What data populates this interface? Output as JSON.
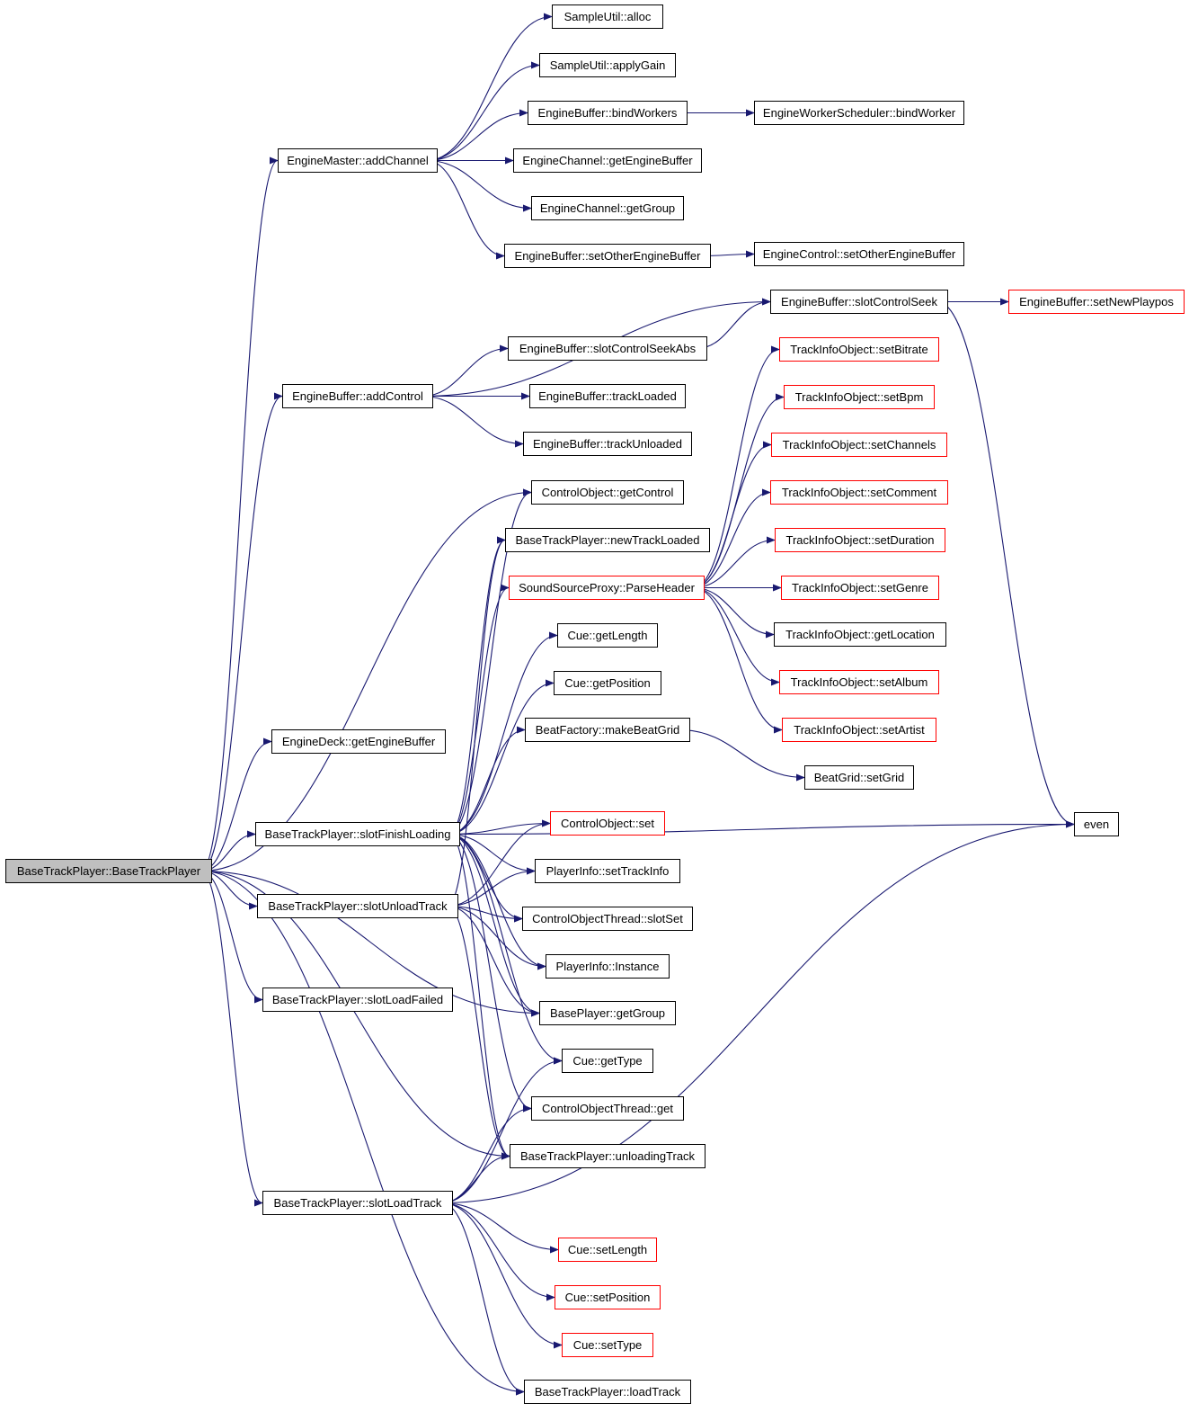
{
  "colors": {
    "edge": "#191970",
    "node_border": "#000000",
    "truncated_border": "#ff0000",
    "root_fill": "#bfbfbf"
  },
  "nodes": [
    {
      "id": "root",
      "label": "BaseTrackPlayer::BaseTrackPlayer",
      "root": true
    },
    {
      "id": "addChannel",
      "label": "EngineMaster::addChannel"
    },
    {
      "id": "addControl",
      "label": "EngineBuffer::addControl"
    },
    {
      "id": "getEngineBufferDeck",
      "label": "EngineDeck::getEngineBuffer"
    },
    {
      "id": "slotFinishLoading",
      "label": "BaseTrackPlayer::slotFinishLoading"
    },
    {
      "id": "slotUnloadTrack",
      "label": "BaseTrackPlayer::slotUnloadTrack"
    },
    {
      "id": "slotLoadFailed",
      "label": "BaseTrackPlayer::slotLoadFailed"
    },
    {
      "id": "slotLoadTrack",
      "label": "BaseTrackPlayer::slotLoadTrack"
    },
    {
      "id": "alloc",
      "label": "SampleUtil::alloc"
    },
    {
      "id": "applyGain",
      "label": "SampleUtil::applyGain"
    },
    {
      "id": "bindWorkers",
      "label": "EngineBuffer::bindWorkers"
    },
    {
      "id": "getEngineBufferCh",
      "label": "EngineChannel::getEngineBuffer"
    },
    {
      "id": "getGroupCh",
      "label": "EngineChannel::getGroup"
    },
    {
      "id": "setOtherEngineBuffer",
      "label": "EngineBuffer::setOtherEngineBuffer"
    },
    {
      "id": "slotControlSeekAbs",
      "label": "EngineBuffer::slotControlSeekAbs"
    },
    {
      "id": "trackLoaded",
      "label": "EngineBuffer::trackLoaded"
    },
    {
      "id": "trackUnloaded",
      "label": "EngineBuffer::trackUnloaded"
    },
    {
      "id": "getControl",
      "label": "ControlObject::getControl"
    },
    {
      "id": "newTrackLoaded",
      "label": "BaseTrackPlayer::newTrackLoaded"
    },
    {
      "id": "parseHeader",
      "label": "SoundSourceProxy::ParseHeader",
      "red": true
    },
    {
      "id": "getLength",
      "label": "Cue::getLength"
    },
    {
      "id": "getPosition",
      "label": "Cue::getPosition"
    },
    {
      "id": "makeBeatGrid",
      "label": "BeatFactory::makeBeatGrid"
    },
    {
      "id": "coSet",
      "label": "ControlObject::set",
      "red": true
    },
    {
      "id": "setTrackInfo",
      "label": "PlayerInfo::setTrackInfo"
    },
    {
      "id": "cotSlotSet",
      "label": "ControlObjectThread::slotSet"
    },
    {
      "id": "instance",
      "label": "PlayerInfo::Instance"
    },
    {
      "id": "getGroupBP",
      "label": "BasePlayer::getGroup"
    },
    {
      "id": "getType",
      "label": "Cue::getType"
    },
    {
      "id": "cotGet",
      "label": "ControlObjectThread::get"
    },
    {
      "id": "unloadingTrack",
      "label": "BaseTrackPlayer::unloadingTrack"
    },
    {
      "id": "setLength",
      "label": "Cue::setLength",
      "red": true
    },
    {
      "id": "setPosition",
      "label": "Cue::setPosition",
      "red": true
    },
    {
      "id": "setType",
      "label": "Cue::setType",
      "red": true
    },
    {
      "id": "loadTrack",
      "label": "BaseTrackPlayer::loadTrack"
    },
    {
      "id": "bindWorker",
      "label": "EngineWorkerScheduler::bindWorker"
    },
    {
      "id": "ecSetOther",
      "label": "EngineControl::setOtherEngineBuffer"
    },
    {
      "id": "slotControlSeek",
      "label": "EngineBuffer::slotControlSeek"
    },
    {
      "id": "setBitrate",
      "label": "TrackInfoObject::setBitrate",
      "red": true
    },
    {
      "id": "setBpm",
      "label": "TrackInfoObject::setBpm",
      "red": true
    },
    {
      "id": "setChannels",
      "label": "TrackInfoObject::setChannels",
      "red": true
    },
    {
      "id": "setComment",
      "label": "TrackInfoObject::setComment",
      "red": true
    },
    {
      "id": "setDuration",
      "label": "TrackInfoObject::setDuration",
      "red": true
    },
    {
      "id": "setGenre",
      "label": "TrackInfoObject::setGenre",
      "red": true
    },
    {
      "id": "getLocation",
      "label": "TrackInfoObject::getLocation"
    },
    {
      "id": "setAlbum",
      "label": "TrackInfoObject::setAlbum",
      "red": true
    },
    {
      "id": "setArtist",
      "label": "TrackInfoObject::setArtist",
      "red": true
    },
    {
      "id": "setGrid",
      "label": "BeatGrid::setGrid"
    },
    {
      "id": "setNewPlaypos",
      "label": "EngineBuffer::setNewPlaypos",
      "red": true
    },
    {
      "id": "even",
      "label": "even"
    }
  ],
  "edges": [
    [
      "root",
      "addChannel"
    ],
    [
      "root",
      "addControl"
    ],
    [
      "root",
      "getControl"
    ],
    [
      "root",
      "getEngineBufferDeck"
    ],
    [
      "root",
      "slotFinishLoading"
    ],
    [
      "root",
      "slotUnloadTrack"
    ],
    [
      "root",
      "slotLoadFailed"
    ],
    [
      "root",
      "getGroupBP"
    ],
    [
      "root",
      "unloadingTrack"
    ],
    [
      "root",
      "slotLoadTrack"
    ],
    [
      "root",
      "loadTrack"
    ],
    [
      "addChannel",
      "alloc"
    ],
    [
      "addChannel",
      "applyGain"
    ],
    [
      "addChannel",
      "bindWorkers"
    ],
    [
      "addChannel",
      "getEngineBufferCh"
    ],
    [
      "addChannel",
      "getGroupCh"
    ],
    [
      "addChannel",
      "setOtherEngineBuffer"
    ],
    [
      "bindWorkers",
      "bindWorker"
    ],
    [
      "setOtherEngineBuffer",
      "ecSetOther"
    ],
    [
      "addControl",
      "slotControlSeek"
    ],
    [
      "addControl",
      "slotControlSeekAbs"
    ],
    [
      "addControl",
      "trackLoaded"
    ],
    [
      "addControl",
      "trackUnloaded"
    ],
    [
      "slotControlSeekAbs",
      "slotControlSeek"
    ],
    [
      "slotControlSeek",
      "setNewPlaypos"
    ],
    [
      "slotControlSeek",
      "even"
    ],
    [
      "slotFinishLoading",
      "getControl"
    ],
    [
      "slotFinishLoading",
      "newTrackLoaded"
    ],
    [
      "slotFinishLoading",
      "parseHeader"
    ],
    [
      "slotFinishLoading",
      "getLength"
    ],
    [
      "slotFinishLoading",
      "getPosition"
    ],
    [
      "slotFinishLoading",
      "makeBeatGrid"
    ],
    [
      "slotFinishLoading",
      "even"
    ],
    [
      "slotFinishLoading",
      "coSet"
    ],
    [
      "slotFinishLoading",
      "setTrackInfo"
    ],
    [
      "slotFinishLoading",
      "cotSlotSet"
    ],
    [
      "slotFinishLoading",
      "instance"
    ],
    [
      "slotFinishLoading",
      "getGroupBP"
    ],
    [
      "slotFinishLoading",
      "getType"
    ],
    [
      "slotFinishLoading",
      "cotGet"
    ],
    [
      "slotFinishLoading",
      "unloadingTrack"
    ],
    [
      "slotUnloadTrack",
      "coSet"
    ],
    [
      "slotUnloadTrack",
      "setTrackInfo"
    ],
    [
      "slotUnloadTrack",
      "cotSlotSet"
    ],
    [
      "slotUnloadTrack",
      "instance"
    ],
    [
      "slotUnloadTrack",
      "getGroupBP"
    ],
    [
      "slotUnloadTrack",
      "unloadingTrack"
    ],
    [
      "slotUnloadTrack",
      "newTrackLoaded"
    ],
    [
      "parseHeader",
      "setBitrate"
    ],
    [
      "parseHeader",
      "setBpm"
    ],
    [
      "parseHeader",
      "setChannels"
    ],
    [
      "parseHeader",
      "setComment"
    ],
    [
      "parseHeader",
      "setDuration"
    ],
    [
      "parseHeader",
      "setGenre"
    ],
    [
      "parseHeader",
      "getLocation"
    ],
    [
      "parseHeader",
      "setAlbum"
    ],
    [
      "parseHeader",
      "setArtist"
    ],
    [
      "makeBeatGrid",
      "setGrid"
    ],
    [
      "slotLoadTrack",
      "getType"
    ],
    [
      "slotLoadTrack",
      "cotGet"
    ],
    [
      "slotLoadTrack",
      "unloadingTrack"
    ],
    [
      "slotLoadTrack",
      "even"
    ],
    [
      "slotLoadTrack",
      "setLength"
    ],
    [
      "slotLoadTrack",
      "setPosition"
    ],
    [
      "slotLoadTrack",
      "setType"
    ],
    [
      "slotLoadTrack",
      "loadTrack"
    ]
  ]
}
